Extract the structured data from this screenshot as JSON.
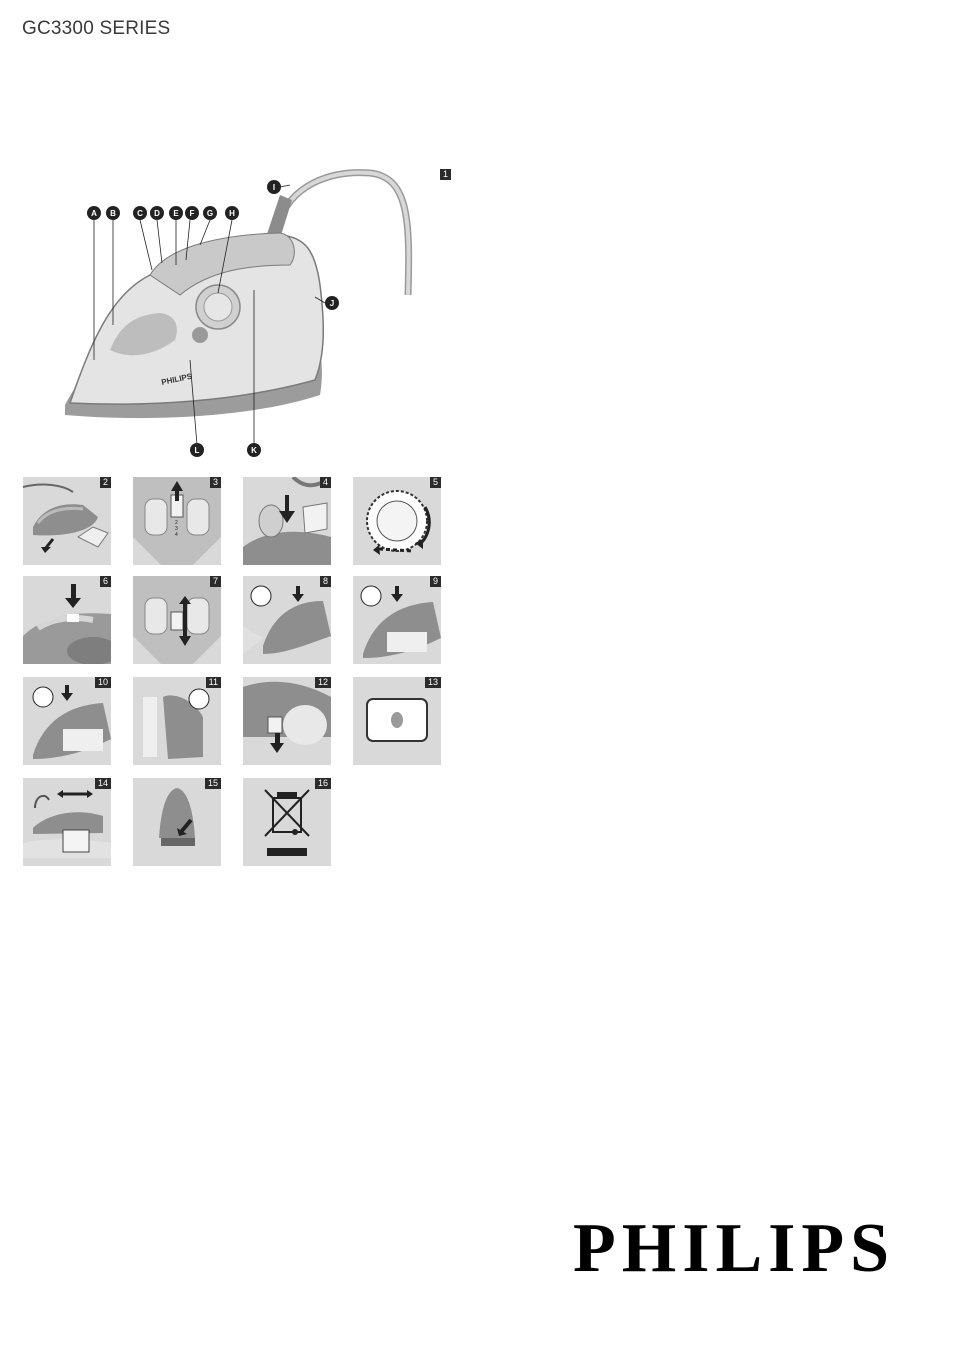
{
  "header": {
    "title": "GC3300 SERIES"
  },
  "main_figure": {
    "number": "1",
    "part_labels": [
      "A",
      "B",
      "C",
      "D",
      "E",
      "F",
      "G",
      "H",
      "I",
      "J",
      "K",
      "L"
    ],
    "brand_on_iron": "PHILIPS"
  },
  "steps": [
    {
      "number": "2"
    },
    {
      "number": "3"
    },
    {
      "number": "4"
    },
    {
      "number": "5"
    },
    {
      "number": "6"
    },
    {
      "number": "7"
    },
    {
      "number": "8"
    },
    {
      "number": "9"
    },
    {
      "number": "10"
    },
    {
      "number": "11"
    },
    {
      "number": "12"
    },
    {
      "number": "13"
    },
    {
      "number": "14"
    },
    {
      "number": "15"
    },
    {
      "number": "16"
    }
  ],
  "logo": {
    "text": "PHILIPS"
  }
}
